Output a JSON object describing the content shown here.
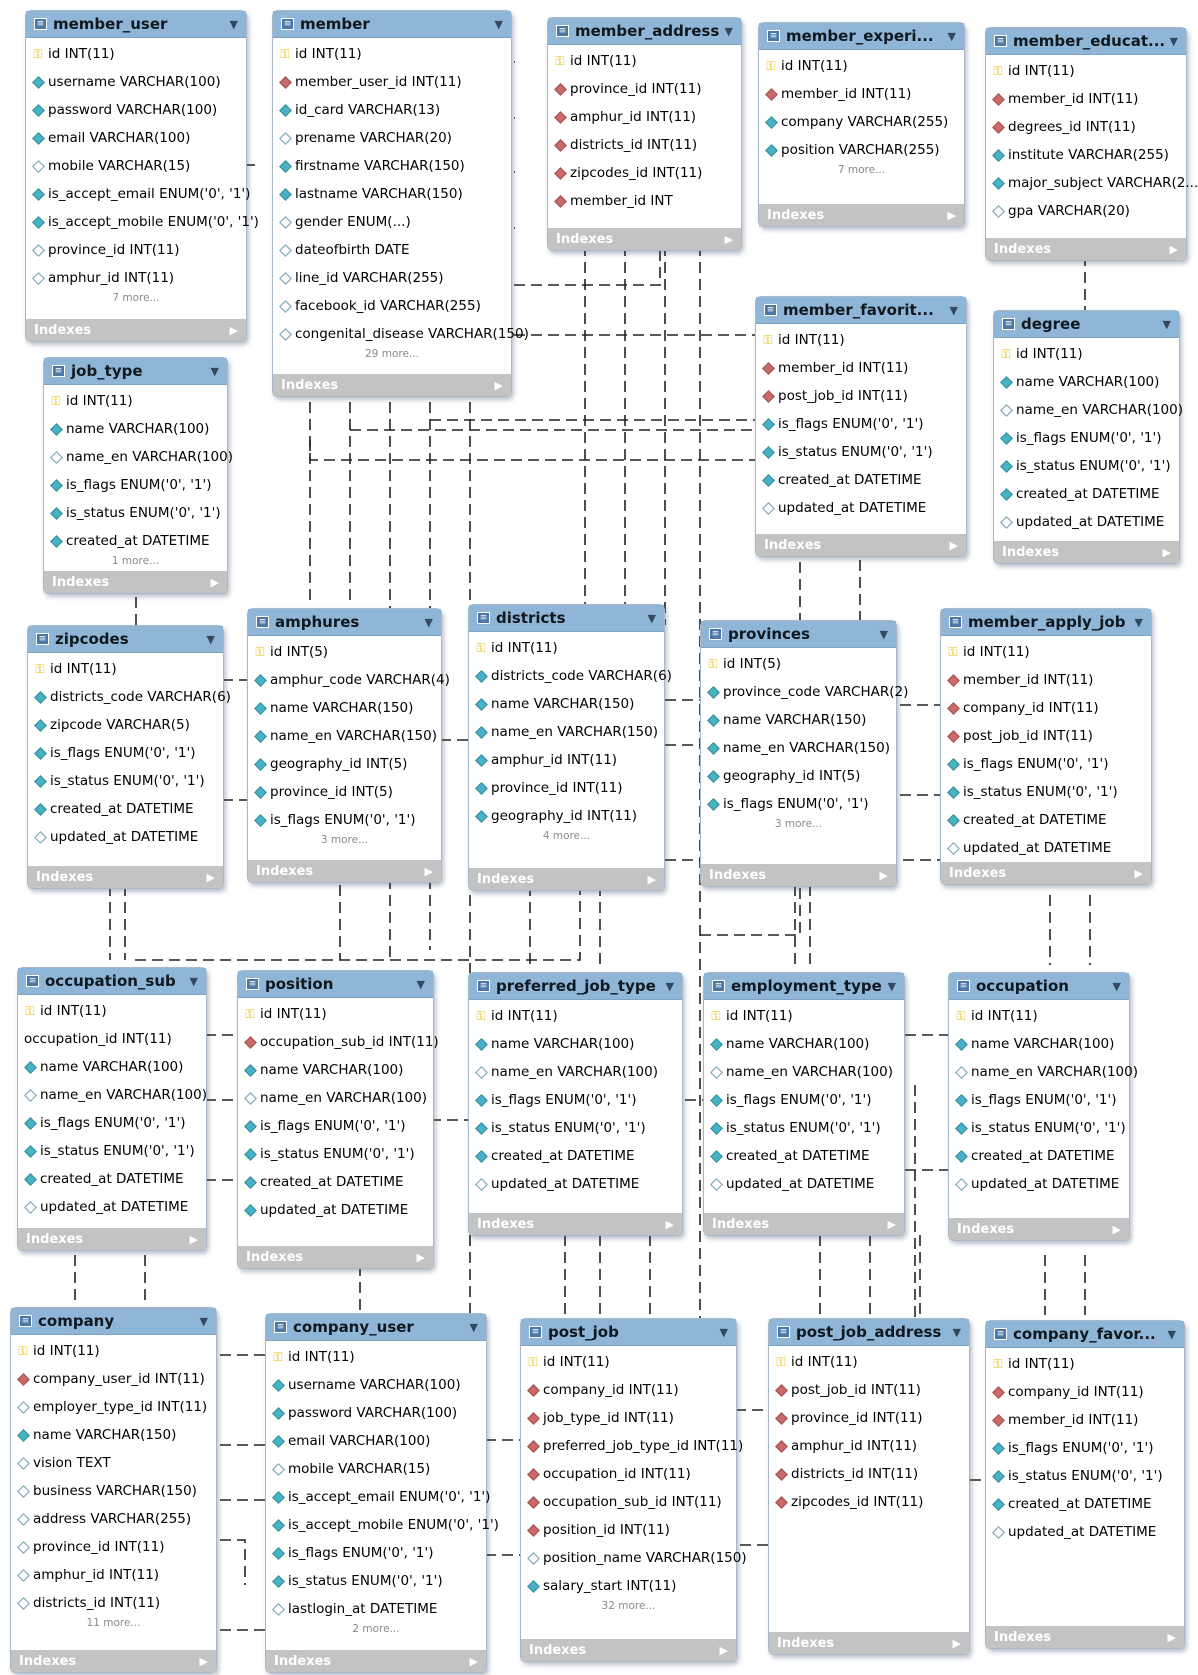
{
  "diagram": {
    "tables": [
      {
        "name": "member_user",
        "fields": [
          {
            "k": "pk",
            "t": "id INT(11)"
          },
          {
            "k": "nn",
            "t": "username VARCHAR(100)"
          },
          {
            "k": "nn",
            "t": "password VARCHAR(100)"
          },
          {
            "k": "nn",
            "t": "email VARCHAR(100)"
          },
          {
            "k": "nl",
            "t": "mobile VARCHAR(15)"
          },
          {
            "k": "nn",
            "t": "is_accept_email ENUM('0', '1')"
          },
          {
            "k": "nn",
            "t": "is_accept_mobile ENUM('0', '1')"
          },
          {
            "k": "nl",
            "t": "province_id INT(11)"
          },
          {
            "k": "nl",
            "t": "amphur_id INT(11)"
          }
        ],
        "more": "7 more...",
        "indexes": "Indexes"
      },
      {
        "name": "member",
        "fields": [
          {
            "k": "pk",
            "t": "id INT(11)"
          },
          {
            "k": "fk",
            "t": "member_user_id INT(11)"
          },
          {
            "k": "nn",
            "t": "id_card VARCHAR(13)"
          },
          {
            "k": "nl",
            "t": "prename VARCHAR(20)"
          },
          {
            "k": "nn",
            "t": "firstname VARCHAR(150)"
          },
          {
            "k": "nn",
            "t": "lastname VARCHAR(150)"
          },
          {
            "k": "nl",
            "t": "gender ENUM(...)"
          },
          {
            "k": "nl",
            "t": "dateofbirth DATE"
          },
          {
            "k": "nl",
            "t": "line_id VARCHAR(255)"
          },
          {
            "k": "nl",
            "t": "facebook_id VARCHAR(255)"
          },
          {
            "k": "nl",
            "t": "congenital_disease VARCHAR(150)"
          }
        ],
        "more": "29 more...",
        "indexes": "Indexes"
      },
      {
        "name": "member_address",
        "fields": [
          {
            "k": "pk",
            "t": "id INT(11)"
          },
          {
            "k": "fk",
            "t": "province_id INT(11)"
          },
          {
            "k": "fk",
            "t": "amphur_id INT(11)"
          },
          {
            "k": "fk",
            "t": "districts_id INT(11)"
          },
          {
            "k": "fk",
            "t": "zipcodes_id INT(11)"
          },
          {
            "k": "fk",
            "t": "member_id INT"
          }
        ],
        "more": "",
        "indexes": "Indexes"
      },
      {
        "name": "member_experi...",
        "fields": [
          {
            "k": "pk",
            "t": "id INT(11)"
          },
          {
            "k": "fk",
            "t": "member_id INT(11)"
          },
          {
            "k": "nn",
            "t": "company VARCHAR(255)"
          },
          {
            "k": "nn",
            "t": "position VARCHAR(255)"
          }
        ],
        "more": "7 more...",
        "indexes": "Indexes"
      },
      {
        "name": "member_educat...",
        "fields": [
          {
            "k": "pk",
            "t": "id INT(11)"
          },
          {
            "k": "fk",
            "t": "member_id INT(11)"
          },
          {
            "k": "fk",
            "t": "degrees_id INT(11)"
          },
          {
            "k": "nn",
            "t": "institute VARCHAR(255)"
          },
          {
            "k": "nn",
            "t": "major_subject VARCHAR(2..."
          },
          {
            "k": "nl",
            "t": "gpa VARCHAR(20)"
          }
        ],
        "more": "",
        "indexes": "Indexes"
      },
      {
        "name": "job_type",
        "fields": [
          {
            "k": "pk",
            "t": "id INT(11)"
          },
          {
            "k": "nn",
            "t": "name VARCHAR(100)"
          },
          {
            "k": "nl",
            "t": "name_en VARCHAR(100)"
          },
          {
            "k": "nn",
            "t": "is_flags ENUM('0', '1')"
          },
          {
            "k": "nn",
            "t": "is_status ENUM('0', '1')"
          },
          {
            "k": "nn",
            "t": "created_at DATETIME"
          }
        ],
        "more": "1 more...",
        "indexes": "Indexes"
      },
      {
        "name": "member_favorit...",
        "fields": [
          {
            "k": "pk",
            "t": "id INT(11)"
          },
          {
            "k": "fk",
            "t": "member_id INT(11)"
          },
          {
            "k": "fk",
            "t": "post_job_id INT(11)"
          },
          {
            "k": "nn",
            "t": "is_flags ENUM('0', '1')"
          },
          {
            "k": "nn",
            "t": "is_status ENUM('0', '1')"
          },
          {
            "k": "nn",
            "t": "created_at DATETIME"
          },
          {
            "k": "nl",
            "t": "updated_at DATETIME"
          }
        ],
        "more": "",
        "indexes": "Indexes"
      },
      {
        "name": "degree",
        "fields": [
          {
            "k": "pk",
            "t": "id INT(11)"
          },
          {
            "k": "nn",
            "t": "name VARCHAR(100)"
          },
          {
            "k": "nl",
            "t": "name_en VARCHAR(100)"
          },
          {
            "k": "nn",
            "t": "is_flags ENUM('0', '1')"
          },
          {
            "k": "nn",
            "t": "is_status ENUM('0', '1')"
          },
          {
            "k": "nn",
            "t": "created_at DATETIME"
          },
          {
            "k": "nl",
            "t": "updated_at DATETIME"
          }
        ],
        "more": "",
        "indexes": "Indexes"
      },
      {
        "name": "zipcodes",
        "fields": [
          {
            "k": "pk",
            "t": "id INT(11)"
          },
          {
            "k": "nn",
            "t": "districts_code VARCHAR(6)"
          },
          {
            "k": "nn",
            "t": "zipcode VARCHAR(5)"
          },
          {
            "k": "nn",
            "t": "is_flags ENUM('0', '1')"
          },
          {
            "k": "nn",
            "t": "is_status ENUM('0', '1')"
          },
          {
            "k": "nn",
            "t": "created_at DATETIME"
          },
          {
            "k": "nl",
            "t": "updated_at DATETIME"
          }
        ],
        "more": "",
        "indexes": "Indexes"
      },
      {
        "name": "amphures",
        "fields": [
          {
            "k": "pk",
            "t": "id INT(5)"
          },
          {
            "k": "nn",
            "t": "amphur_code VARCHAR(4)"
          },
          {
            "k": "nn",
            "t": "name VARCHAR(150)"
          },
          {
            "k": "nn",
            "t": "name_en VARCHAR(150)"
          },
          {
            "k": "nn",
            "t": "geography_id INT(5)"
          },
          {
            "k": "nn",
            "t": "province_id INT(5)"
          },
          {
            "k": "nn",
            "t": "is_flags ENUM('0', '1')"
          }
        ],
        "more": "3 more...",
        "indexes": "Indexes"
      },
      {
        "name": "districts",
        "fields": [
          {
            "k": "pk",
            "t": "id INT(11)"
          },
          {
            "k": "nn",
            "t": "districts_code VARCHAR(6)"
          },
          {
            "k": "nn",
            "t": "name VARCHAR(150)"
          },
          {
            "k": "nn",
            "t": "name_en VARCHAR(150)"
          },
          {
            "k": "nn",
            "t": "amphur_id INT(11)"
          },
          {
            "k": "nn",
            "t": "province_id INT(11)"
          },
          {
            "k": "nn",
            "t": "geography_id INT(11)"
          }
        ],
        "more": "4 more...",
        "indexes": "Indexes"
      },
      {
        "name": "provinces",
        "fields": [
          {
            "k": "pk",
            "t": "id INT(5)"
          },
          {
            "k": "nn",
            "t": "province_code VARCHAR(2)"
          },
          {
            "k": "nn",
            "t": "name VARCHAR(150)"
          },
          {
            "k": "nn",
            "t": "name_en VARCHAR(150)"
          },
          {
            "k": "nn",
            "t": "geography_id INT(5)"
          },
          {
            "k": "nn",
            "t": "is_flags ENUM('0', '1')"
          }
        ],
        "more": "3 more...",
        "indexes": "Indexes"
      },
      {
        "name": "member_apply_job",
        "fields": [
          {
            "k": "pk",
            "t": "id INT(11)"
          },
          {
            "k": "fk",
            "t": "member_id INT(11)"
          },
          {
            "k": "fk",
            "t": "company_id INT(11)"
          },
          {
            "k": "fk",
            "t": "post_job_id INT(11)"
          },
          {
            "k": "nn",
            "t": "is_flags ENUM('0', '1')"
          },
          {
            "k": "nn",
            "t": "is_status ENUM('0', '1')"
          },
          {
            "k": "nn",
            "t": "created_at DATETIME"
          },
          {
            "k": "nl",
            "t": "updated_at DATETIME"
          }
        ],
        "more": "",
        "indexes": "Indexes"
      },
      {
        "name": "occupation_sub",
        "fields": [
          {
            "k": "pk",
            "t": "id INT(11)"
          },
          {
            "k": "none",
            "t": "occupation_id INT(11)"
          },
          {
            "k": "nn",
            "t": "name VARCHAR(100)"
          },
          {
            "k": "nl",
            "t": "name_en VARCHAR(100)"
          },
          {
            "k": "nn",
            "t": "is_flags ENUM('0', '1')"
          },
          {
            "k": "nn",
            "t": "is_status ENUM('0', '1')"
          },
          {
            "k": "nn",
            "t": "created_at DATETIME"
          },
          {
            "k": "nl",
            "t": "updated_at DATETIME"
          }
        ],
        "more": "",
        "indexes": "Indexes"
      },
      {
        "name": "position",
        "fields": [
          {
            "k": "pk",
            "t": "id INT(11)"
          },
          {
            "k": "fk",
            "t": "occupation_sub_id INT(11)"
          },
          {
            "k": "nn",
            "t": "name VARCHAR(100)"
          },
          {
            "k": "nl",
            "t": "name_en VARCHAR(100)"
          },
          {
            "k": "nn",
            "t": "is_flags ENUM('0', '1')"
          },
          {
            "k": "nn",
            "t": "is_status ENUM('0', '1')"
          },
          {
            "k": "nn",
            "t": "created_at DATETIME"
          },
          {
            "k": "nn",
            "t": "updated_at DATETIME"
          }
        ],
        "more": "",
        "indexes": "Indexes"
      },
      {
        "name": "preferred_job_type",
        "fields": [
          {
            "k": "pk",
            "t": "id INT(11)"
          },
          {
            "k": "nn",
            "t": "name VARCHAR(100)"
          },
          {
            "k": "nl",
            "t": "name_en VARCHAR(100)"
          },
          {
            "k": "nn",
            "t": "is_flags ENUM('0', '1')"
          },
          {
            "k": "nn",
            "t": "is_status ENUM('0', '1')"
          },
          {
            "k": "nn",
            "t": "created_at DATETIME"
          },
          {
            "k": "nl",
            "t": "updated_at DATETIME"
          }
        ],
        "more": "",
        "indexes": "Indexes"
      },
      {
        "name": "employment_type",
        "fields": [
          {
            "k": "pk",
            "t": "id INT(11)"
          },
          {
            "k": "nn",
            "t": "name VARCHAR(100)"
          },
          {
            "k": "nl",
            "t": "name_en VARCHAR(100)"
          },
          {
            "k": "nn",
            "t": "is_flags ENUM('0', '1')"
          },
          {
            "k": "nn",
            "t": "is_status ENUM('0', '1')"
          },
          {
            "k": "nn",
            "t": "created_at DATETIME"
          },
          {
            "k": "nl",
            "t": "updated_at DATETIME"
          }
        ],
        "more": "",
        "indexes": "Indexes"
      },
      {
        "name": "occupation",
        "fields": [
          {
            "k": "pk",
            "t": "id INT(11)"
          },
          {
            "k": "nn",
            "t": "name VARCHAR(100)"
          },
          {
            "k": "nl",
            "t": "name_en VARCHAR(100)"
          },
          {
            "k": "nn",
            "t": "is_flags ENUM('0', '1')"
          },
          {
            "k": "nn",
            "t": "is_status ENUM('0', '1')"
          },
          {
            "k": "nn",
            "t": "created_at DATETIME"
          },
          {
            "k": "nl",
            "t": "updated_at DATETIME"
          }
        ],
        "more": "",
        "indexes": "Indexes"
      },
      {
        "name": "company",
        "fields": [
          {
            "k": "pk",
            "t": "id INT(11)"
          },
          {
            "k": "fk",
            "t": "company_user_id INT(11)"
          },
          {
            "k": "nl",
            "t": "employer_type_id INT(11)"
          },
          {
            "k": "nn",
            "t": "name VARCHAR(150)"
          },
          {
            "k": "nl",
            "t": "vision TEXT"
          },
          {
            "k": "nl",
            "t": "business VARCHAR(150)"
          },
          {
            "k": "nl",
            "t": "address VARCHAR(255)"
          },
          {
            "k": "nl",
            "t": "province_id INT(11)"
          },
          {
            "k": "nl",
            "t": "amphur_id INT(11)"
          },
          {
            "k": "nl",
            "t": "districts_id INT(11)"
          }
        ],
        "more": "11 more...",
        "indexes": "Indexes"
      },
      {
        "name": "company_user",
        "fields": [
          {
            "k": "pk",
            "t": "id INT(11)"
          },
          {
            "k": "nn",
            "t": "username VARCHAR(100)"
          },
          {
            "k": "nn",
            "t": "password VARCHAR(100)"
          },
          {
            "k": "nn",
            "t": "email VARCHAR(100)"
          },
          {
            "k": "nl",
            "t": "mobile VARCHAR(15)"
          },
          {
            "k": "nn",
            "t": "is_accept_email ENUM('0', '1')"
          },
          {
            "k": "nn",
            "t": "is_accept_mobile ENUM('0', '1')"
          },
          {
            "k": "nn",
            "t": "is_flags ENUM('0', '1')"
          },
          {
            "k": "nn",
            "t": "is_status ENUM('0', '1')"
          },
          {
            "k": "nl",
            "t": "lastlogin_at DATETIME"
          }
        ],
        "more": "2 more...",
        "indexes": "Indexes"
      },
      {
        "name": "post_job",
        "fields": [
          {
            "k": "pk",
            "t": "id INT(11)"
          },
          {
            "k": "fk",
            "t": "company_id INT(11)"
          },
          {
            "k": "fk",
            "t": "job_type_id INT(11)"
          },
          {
            "k": "fk",
            "t": "preferred_job_type_id INT(11)"
          },
          {
            "k": "fk",
            "t": "occupation_id INT(11)"
          },
          {
            "k": "fk",
            "t": "occupation_sub_id INT(11)"
          },
          {
            "k": "fk",
            "t": "position_id INT(11)"
          },
          {
            "k": "nl",
            "t": "position_name VARCHAR(150)"
          },
          {
            "k": "nn",
            "t": "salary_start INT(11)"
          }
        ],
        "more": "32 more...",
        "indexes": "Indexes"
      },
      {
        "name": "post_job_address",
        "fields": [
          {
            "k": "pk",
            "t": "id INT(11)"
          },
          {
            "k": "fk",
            "t": "post_job_id INT(11)"
          },
          {
            "k": "fk",
            "t": "province_id INT(11)"
          },
          {
            "k": "fk",
            "t": "amphur_id INT(11)"
          },
          {
            "k": "fk",
            "t": "districts_id INT(11)"
          },
          {
            "k": "fk",
            "t": "zipcodes_id INT(11)"
          }
        ],
        "more": "",
        "indexes": "Indexes"
      },
      {
        "name": "company_favor...",
        "fields": [
          {
            "k": "pk",
            "t": "id INT(11)"
          },
          {
            "k": "fk",
            "t": "company_id INT(11)"
          },
          {
            "k": "fk",
            "t": "member_id INT(11)"
          },
          {
            "k": "nn",
            "t": "is_flags ENUM('0', '1')"
          },
          {
            "k": "nn",
            "t": "is_status ENUM('0', '1')"
          },
          {
            "k": "nn",
            "t": "created_at DATETIME"
          },
          {
            "k": "nl",
            "t": "updated_at DATETIME"
          }
        ],
        "more": "",
        "indexes": "Indexes"
      }
    ],
    "colors": {
      "header": "#8fb6d6",
      "indexes_bar": "#c3c3c3",
      "key_icon": "#e6b800",
      "fk_diamond": "#c96a6a",
      "nn_diamond": "#48b1c4",
      "line": "#222222"
    }
  }
}
